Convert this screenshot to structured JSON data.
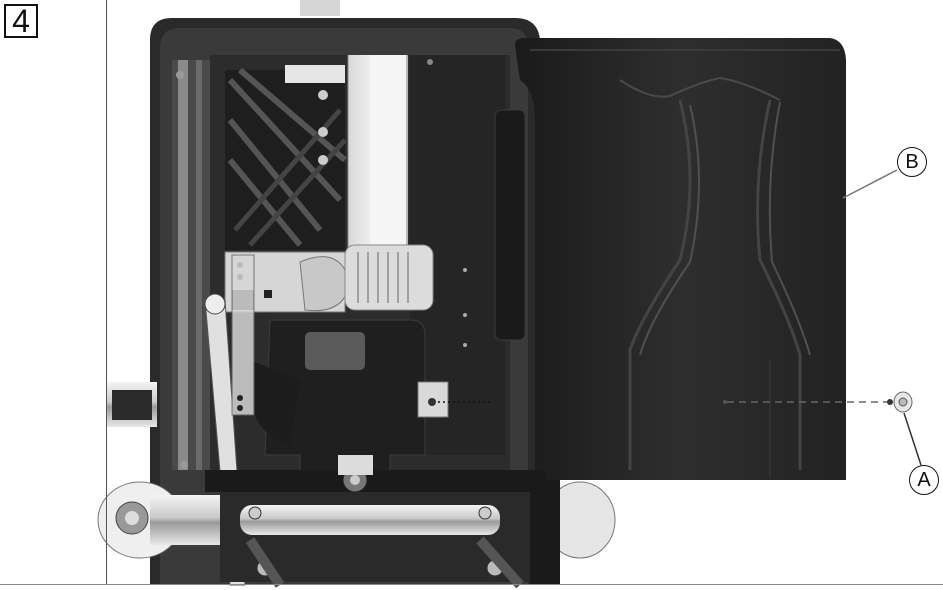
{
  "step": {
    "number": "4"
  },
  "callouts": {
    "a": "A",
    "b": "B"
  }
}
